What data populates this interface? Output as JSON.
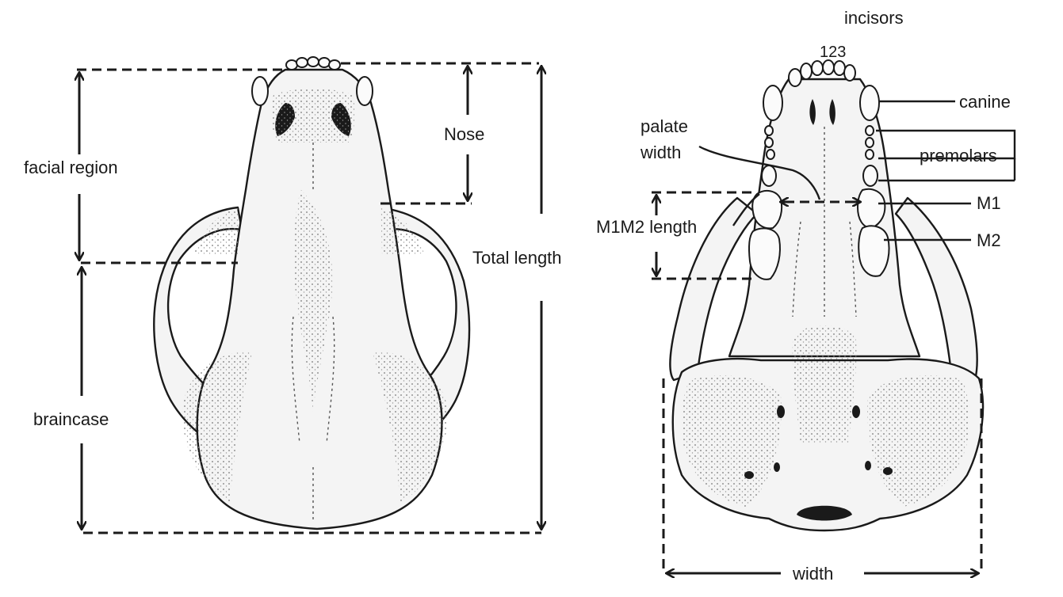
{
  "labels": {
    "facial_region": "facial region",
    "braincase": "braincase",
    "nose": "Nose",
    "total_length": "Total length",
    "incisors": "incisors",
    "incisor_numbers": "123",
    "canine": "canine",
    "premolars": "premolars",
    "m1": "M1",
    "m2": "M2",
    "palate_width": [
      "palate",
      "width"
    ],
    "m1m2_length": "M1M2 length",
    "width": "width"
  },
  "colors": {
    "ink": "#1a1a1a",
    "bone": "#f4f4f4",
    "background": "#ffffff"
  }
}
